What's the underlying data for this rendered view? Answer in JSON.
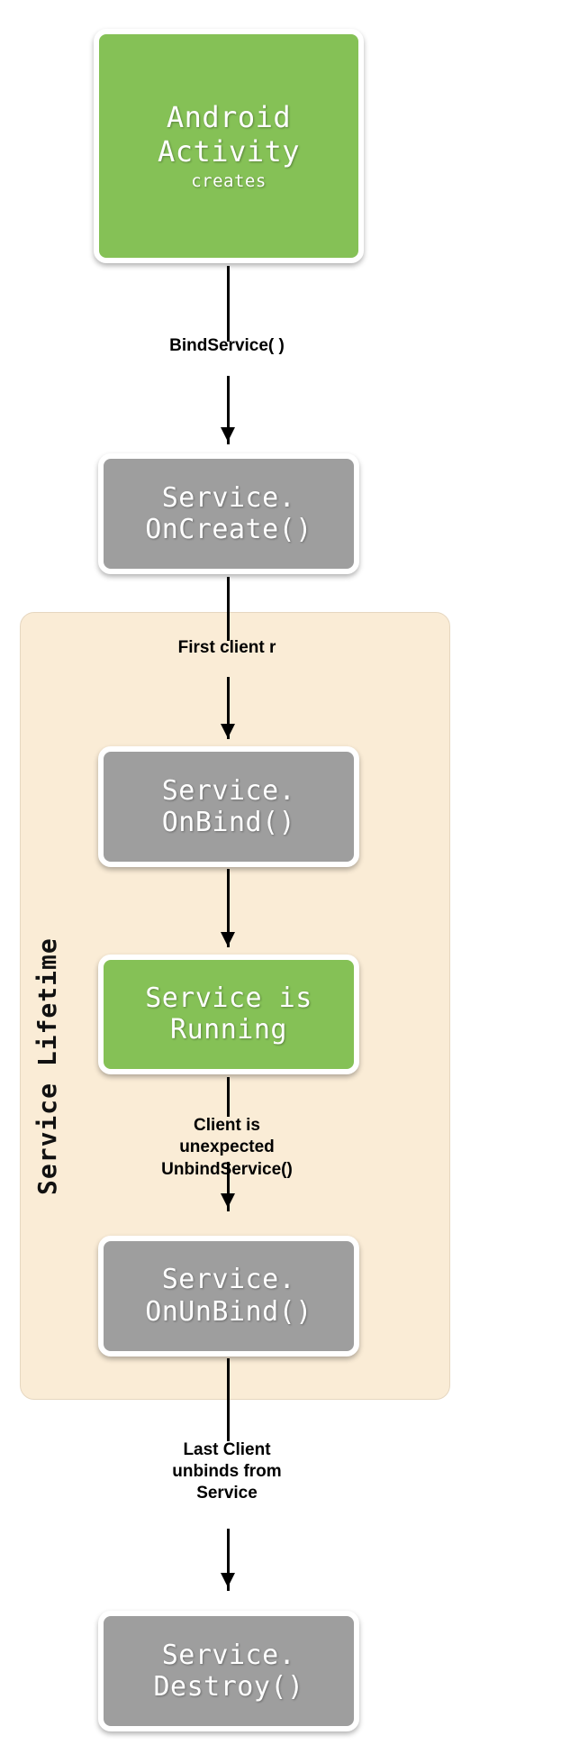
{
  "diagram": {
    "title": "Android Bound Service Lifecycle",
    "colors": {
      "green_node": "#85c156",
      "gray_node": "#9e9e9e",
      "lifetime_background": "#faecd6",
      "node_border": "#ffffff",
      "connector": "#000000",
      "page_background": "#ffffff"
    },
    "nodes": [
      {
        "id": "android-activity",
        "label": "Android\nActivity",
        "sublabel": "creates",
        "color": "green"
      },
      {
        "id": "service-oncreate",
        "label": "Service.\nOnCreate()",
        "color": "gray"
      },
      {
        "id": "service-onbind",
        "label": "Service.\nOnBind()",
        "color": "gray"
      },
      {
        "id": "service-is-running",
        "label": "Service is\nRunning",
        "color": "green"
      },
      {
        "id": "service-onunbind",
        "label": "Service.\nOnUnBind()",
        "color": "gray"
      },
      {
        "id": "service-destroy",
        "label": "Service.\nDestroy()",
        "color": "gray"
      }
    ],
    "edge_labels": [
      {
        "id": "bind-service",
        "text": "BindService( )"
      },
      {
        "id": "first-client",
        "text": "First client r"
      },
      {
        "id": "client-unexpected-unbind",
        "text": "Client is\nunexpected\nUnbindService()"
      },
      {
        "id": "last-client-unbinds",
        "text": "Last Client\nunbinds from\nService"
      }
    ],
    "container": {
      "id": "service-lifetime",
      "label": "Service Lifetime"
    }
  }
}
